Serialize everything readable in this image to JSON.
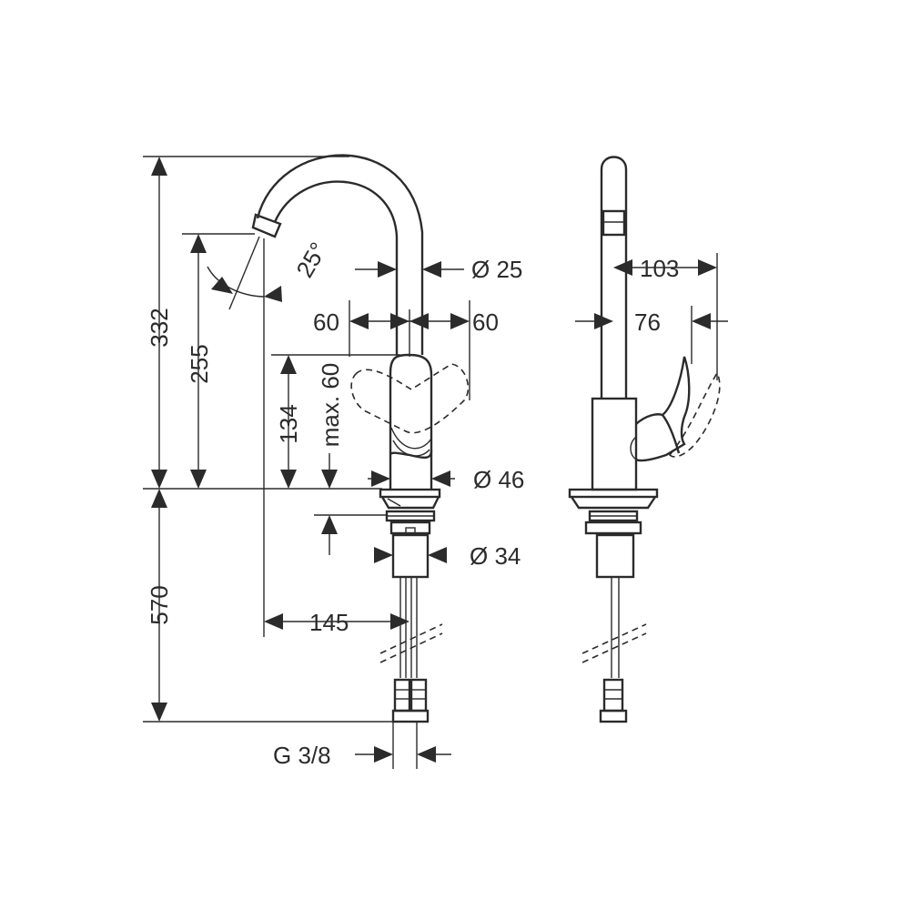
{
  "diagram": {
    "ink_color": "#2b2b2b",
    "background": "#ffffff",
    "labels": {
      "total_height": "332",
      "spout_outlet_height": "255",
      "handle_height": "134",
      "handle_clearance": "max. 60",
      "supply_hose_length": "570",
      "spout_angle": "25°",
      "spout_diameter": "Ø 25",
      "body_diameter": "Ø 46",
      "shank_diameter": "Ø 34",
      "handle_swing_left": "60",
      "handle_swing_right": "60",
      "spout_reach": "145",
      "connection_thread": "G 3/8",
      "side_handle_reach": "103",
      "side_handle_offset": "76"
    }
  }
}
